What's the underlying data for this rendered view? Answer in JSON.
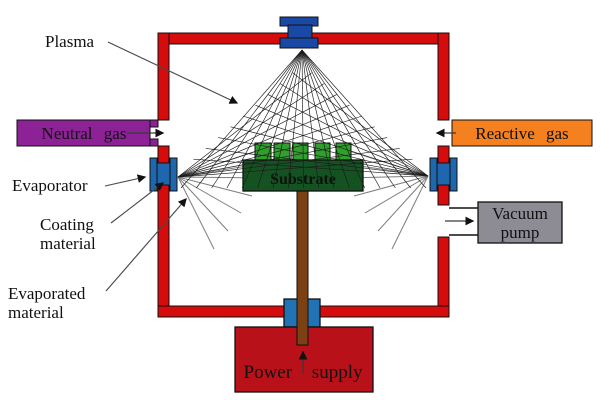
{
  "labels": {
    "plasma": "Plasma",
    "neutral_gas": "Neutral gas",
    "reactive_gas": "Reactive gas",
    "evaporator": "Evaporator",
    "coating_material_line1": "Coating",
    "coating_material_line2": "material",
    "evaporated_material_line1": "Evaporated",
    "evaporated_material_line2": "material",
    "substrate": "Substrate",
    "vacuum_pump_line1": "Vacuum",
    "vacuum_pump_line2": "pump",
    "power_supply": "Power supply"
  },
  "colors": {
    "chamber_wall": "#d60c0c",
    "electrode_blue": "#1a49a5",
    "evaporator_blue": "#1e66ad",
    "feedthrough_blue": "#2173b3",
    "neutral_gas_box": "#8c2295",
    "reactive_gas_box": "#f58020",
    "vacuum_pump_box": "#8d8b94",
    "power_supply_box": "#b8111a",
    "substrate_green": "#145222",
    "chip_green": "#2fa02c",
    "rod_brown": "#7b4113",
    "plasma_lines": "#1c1c1c",
    "spray_lines": "#7d7d7d"
  }
}
